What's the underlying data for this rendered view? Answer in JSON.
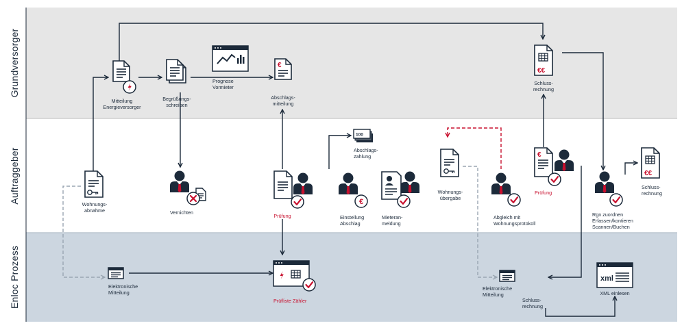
{
  "lanes": {
    "grundversorger": "Grundversorger",
    "auftraggeber": "Auftraggeber",
    "enloc": "Enloc Prozess"
  },
  "nodes": {
    "mitteilung_l1": "Mitteilung",
    "mitteilung_l2": "Energieversorger",
    "begruessung_l1": "Begrüßungs-",
    "begruessung_l2": "schreiben",
    "prognose_l1": "Prognose",
    "prognose_l2": "Vormieter",
    "abschlagsmitteilung_l1": "Abschlags-",
    "abschlagsmitteilung_l2": "mitteilung",
    "schlussrechnung_top_l1": "Schluss-",
    "schlussrechnung_top_l2": "rechnung",
    "wohnungsabnahme_l1": "Wohnungs-",
    "wohnungsabnahme_l2": "abnahme",
    "vernichten": "Vernichten",
    "pruefung_mid": "Prüfung",
    "abschlagszahlung_l1": "Abschlags-",
    "abschlagszahlung_l2": "zahlung",
    "einstellung_l1": "Einstellung",
    "einstellung_l2": "Abschlag",
    "mieteranmeldung_l1": "Mieteran-",
    "mieteranmeldung_l2": "meldung",
    "wohnungsuebergabe_l1": "Wohnungs-",
    "wohnungsuebergabe_l2": "übergabe",
    "abgleich_l1": "Abgleich mit",
    "abgleich_l2": "Wohnungsprotokoll",
    "pruefung_right": "Prüfung",
    "rgn_l1": "Rgn zuordnen",
    "rgn_l2": "Erfassen/kontieren",
    "rgn_l3": "Scannen/Buchen",
    "schlussrechnung_right_l1": "Schluss-",
    "schlussrechnung_right_l2": "rechnung",
    "elektronische_left_l1": "Elektronische",
    "elektronische_left_l2": "Mitteilung",
    "pruefliste": "Prüfliste Zähler",
    "elektronische_right_l1": "Elektronische",
    "elektronische_right_l2": "Mitteilung",
    "schlussrechnung_bottom_l1": "Schluss-",
    "schlussrechnung_bottom_l2": "rechnung",
    "xml_einlesen": "XML einlesen",
    "xml_badge": "xml",
    "money_badge": "100"
  },
  "colors": {
    "navy": "#1c2a3a",
    "red": "#c8102e",
    "lane_top": "#e6e6e6",
    "lane_bottom": "#ccd6e0",
    "dashed": "#9aa6b2"
  }
}
